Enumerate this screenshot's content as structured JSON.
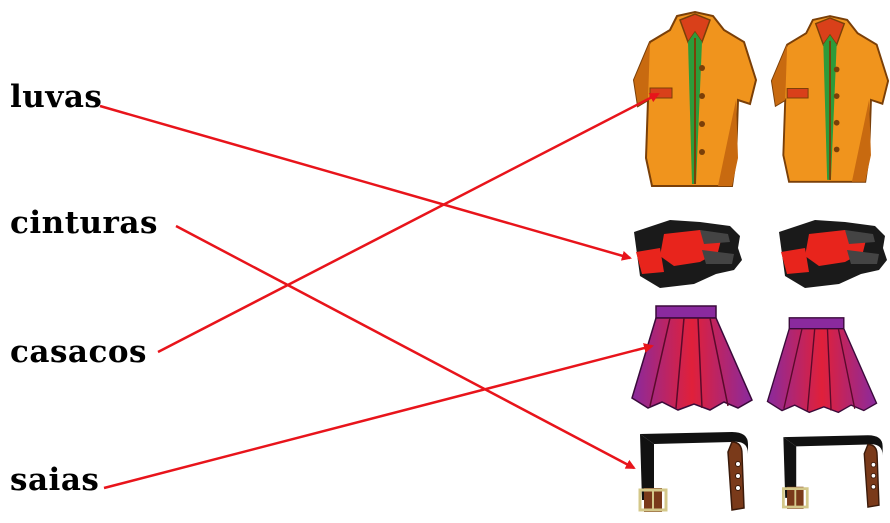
{
  "words": {
    "luvas": "luvas",
    "cinturas": "cinturas",
    "casacos": "casacos",
    "saias": "saias"
  },
  "pictures": [
    "coat-icon",
    "gloves-icon",
    "skirt-icon",
    "belt-icon"
  ],
  "colors": {
    "line": "#e8141b",
    "coat": "#f0941d",
    "coat_shadow": "#c86a10",
    "coat_lining": "#2d9b3a",
    "coat_collar": "#d9401a",
    "glove_black": "#1a1a1a",
    "glove_red": "#e8241c",
    "skirt_red": "#e0203a",
    "skirt_purple": "#8a2a9e",
    "belt_black": "#111111",
    "belt_brown": "#7a3a1a"
  },
  "matches": [
    {
      "word": "luvas",
      "picture": "gloves-icon"
    },
    {
      "word": "cinturas",
      "picture": "belt-icon"
    },
    {
      "word": "casacos",
      "picture": "coat-icon"
    },
    {
      "word": "saias",
      "picture": "skirt-icon"
    }
  ]
}
